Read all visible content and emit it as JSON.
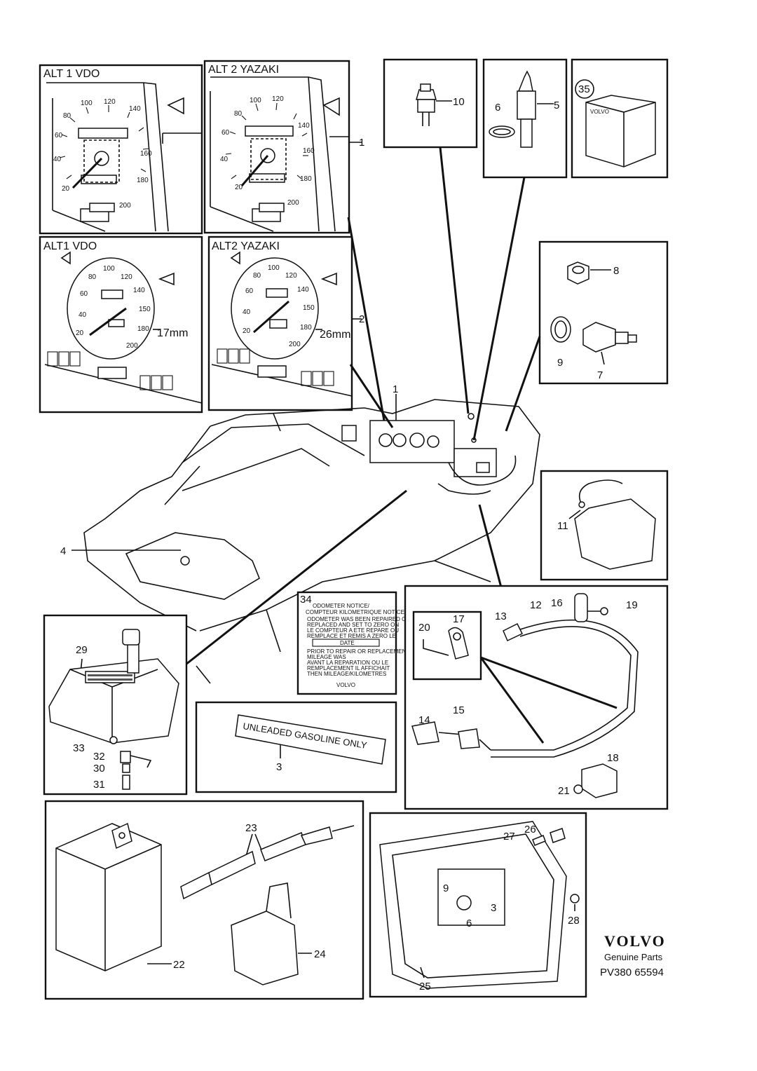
{
  "panels": {
    "alt1_vdo_square": "ALT 1 VDO",
    "alt2_yazaki_square": "ALT 2 YAZAKI",
    "alt1_vdo_round": "ALT1 VDO",
    "alt2_yazaki_round": "ALT2 YAZAKI"
  },
  "speedo_ticks": [
    "20",
    "40",
    "60",
    "80",
    "100",
    "120",
    "140",
    "160",
    "180",
    "200"
  ],
  "round_ticks": [
    "20",
    "40",
    "60",
    "80",
    "100",
    "120",
    "140",
    "150",
    "180",
    "200"
  ],
  "dimensions": {
    "d17": "17mm",
    "d26": "26mm"
  },
  "labels": {
    "p1": "1",
    "p1b": "1",
    "p2": "2",
    "p3": "3",
    "p4": "4",
    "p5": "5",
    "p6": "6",
    "p7": "7",
    "p8": "8",
    "p9": "9",
    "p10": "10",
    "p11": "11",
    "p12": "12",
    "p13": "13",
    "p14": "14",
    "p15": "15",
    "p16": "16",
    "p17": "17",
    "p18": "18",
    "p19": "19",
    "p20": "20",
    "p21": "21",
    "p22": "22",
    "p23": "23",
    "p24": "24",
    "p25": "25",
    "p26": "26",
    "p27": "27",
    "p28": "28",
    "p29": "29",
    "p30": "30",
    "p31": "31",
    "p32": "32",
    "p33": "33",
    "p34": "34",
    "p35": "35"
  },
  "decal_text": "UNLEADED GASOLINE ONLY",
  "box_brand": "VOLVO",
  "notice": {
    "title1": "ODOMETER NOTICE/",
    "title2": "COMPTEUR KILOMETRIQUE NOTICE",
    "line1": "ODOMETER WAS BEEN REPAIRED OR",
    "line2": "REPLACED AND SET TO ZERO ON",
    "line3": "LE COMPTEUR A ETE REPARE OU",
    "line4": "REMPLACE ET REMIS A ZERO LE",
    "date": "DATE",
    "line5": "PRIOR TO REPAIR OR REPLACEMENT",
    "line6": "MILEAGE WAS",
    "line7": "AVANT LA REPARATION OU LE",
    "line8": "REMPLACEMENT IL AFFICHAIT",
    "line9": "THEN MILEAGE/KILOMETRES",
    "brand": "VOLVO"
  },
  "clock_numbers": {
    "n9": "9",
    "n3": "3",
    "n6": "6"
  },
  "footer": {
    "brand": "VOLVO",
    "tagline": "Genuine Parts",
    "code": "PV380 65594"
  }
}
